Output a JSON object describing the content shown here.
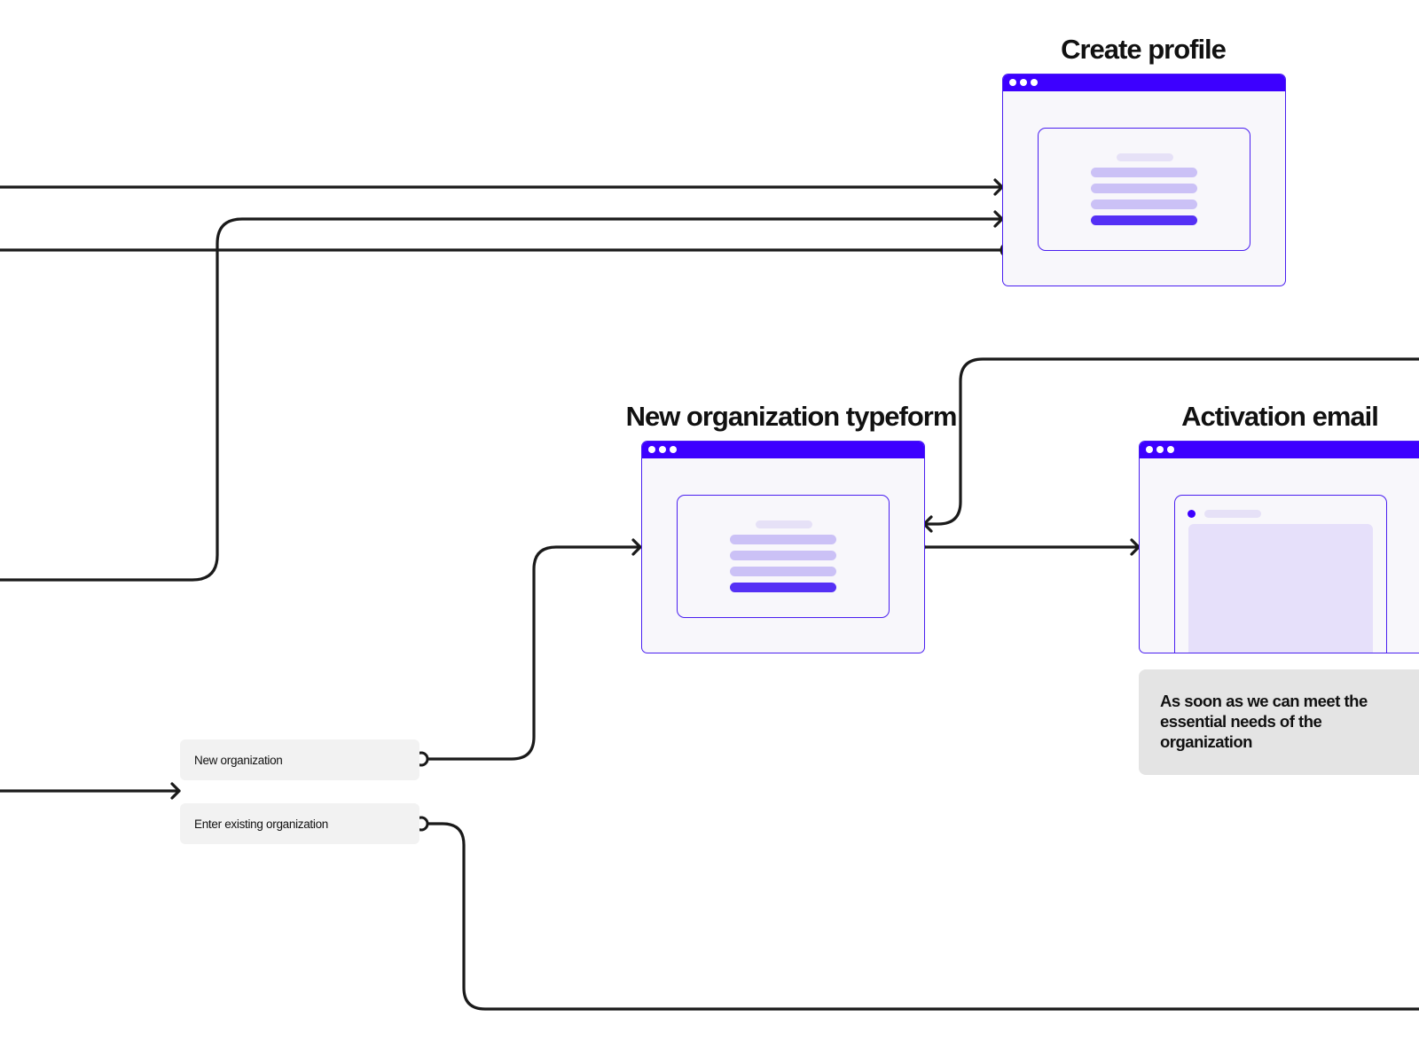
{
  "colors": {
    "wire": "#1a1a1a",
    "accent": "#3d00ff",
    "card_background": "#f8f7fb",
    "option_background": "#f2f2f2",
    "note_background": "#e4e4e4"
  },
  "screens": {
    "create_profile": {
      "title": "Create profile",
      "kind": "form"
    },
    "new_org_typeform": {
      "title": "New organization typeform",
      "kind": "form"
    },
    "activation_email": {
      "title": "Activation email",
      "kind": "email"
    }
  },
  "options": {
    "new_org": "New organization",
    "existing_org": "Enter existing organization"
  },
  "notes": {
    "activation": "As soon as we can meet the essential needs of the organization"
  },
  "icons": {
    "window_controls": "three-dots-window-controls",
    "arrow": "arrowhead-icon",
    "connector": "connector-ring-icon"
  }
}
